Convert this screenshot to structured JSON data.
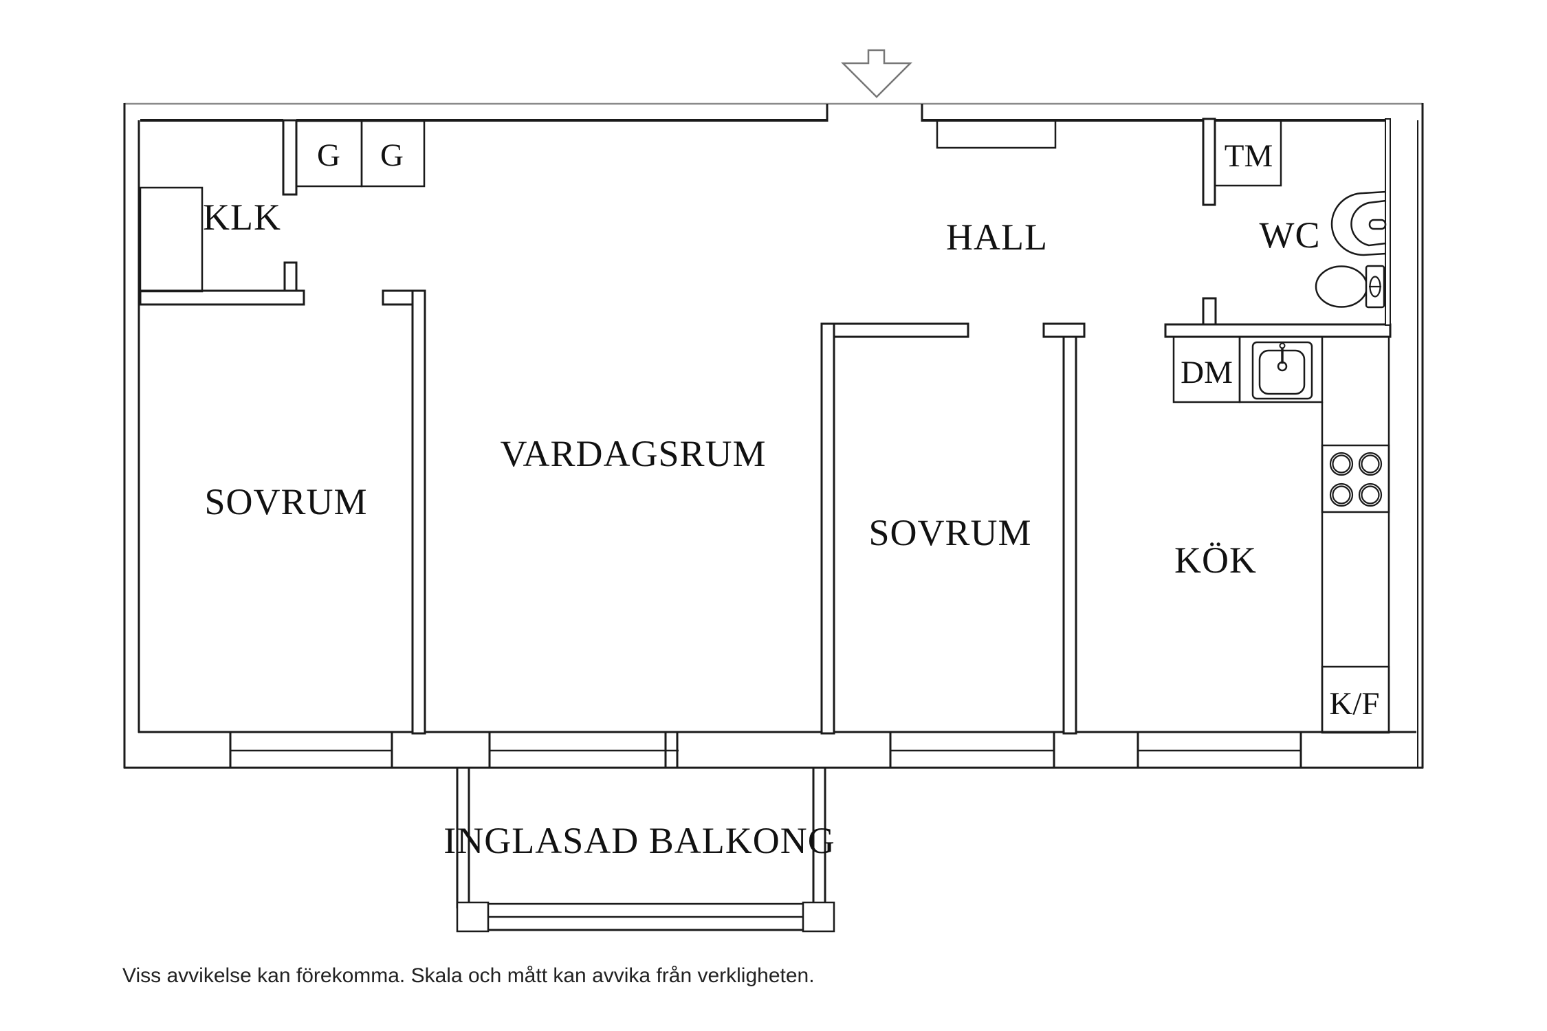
{
  "page": {
    "background_color": "#ffffff",
    "wall_color": "#000000",
    "thin_line_color": "#888888"
  },
  "floor_plan": {
    "rooms": {
      "klk": {
        "label": "KLK"
      },
      "hall": {
        "label": "HALL"
      },
      "wc": {
        "label": "WC"
      },
      "sovrum_left": {
        "label": "SOVRUM"
      },
      "vardagsrum": {
        "label": "VARDAGSRUM"
      },
      "sovrum_right": {
        "label": "SOVRUM"
      },
      "kok": {
        "label": "KÖK"
      },
      "balkong": {
        "label": "INGLASAD BALKONG"
      }
    },
    "fixtures": {
      "wardrobe_1": {
        "label": "G"
      },
      "wardrobe_2": {
        "label": "G"
      },
      "washing_machine": {
        "label": "TM"
      },
      "dishwasher": {
        "label": "DM"
      },
      "fridge_freezer": {
        "label": "K/F"
      }
    },
    "disclaimer": "Viss avvikelse kan förekomma. Skala och mått kan avvika från verkligheten."
  }
}
